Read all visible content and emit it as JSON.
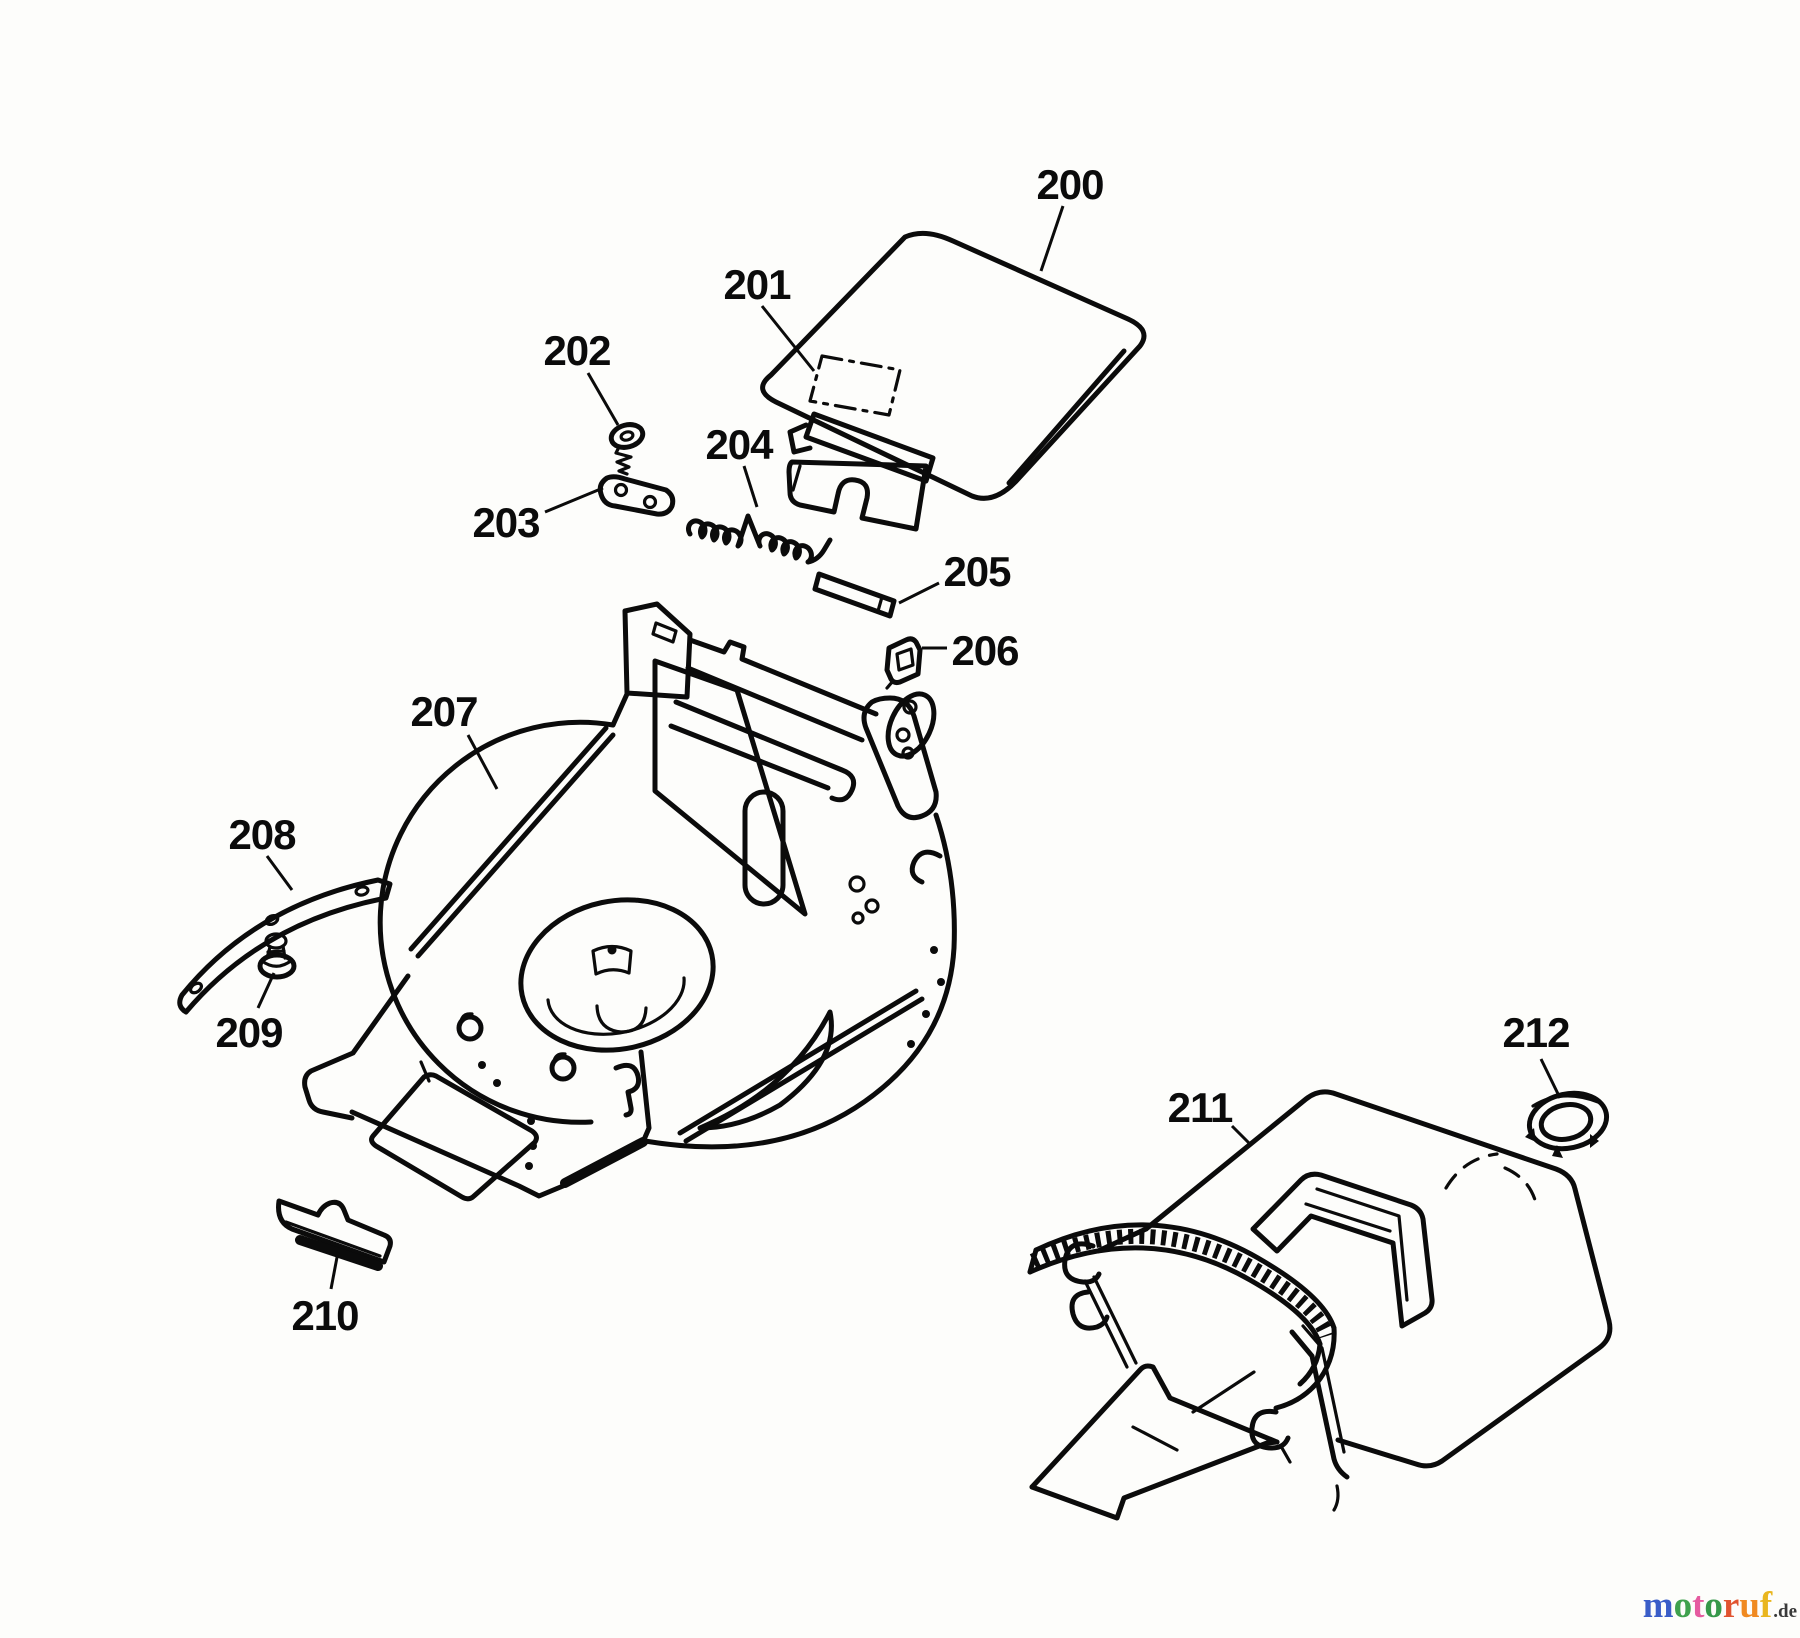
{
  "page": {
    "background": "#fdfdfb",
    "ink": "#0b0b0b"
  },
  "parts": [
    {
      "id": "200"
    },
    {
      "id": "201"
    },
    {
      "id": "202"
    },
    {
      "id": "203"
    },
    {
      "id": "204"
    },
    {
      "id": "205"
    },
    {
      "id": "206"
    },
    {
      "id": "207"
    },
    {
      "id": "208"
    },
    {
      "id": "209"
    },
    {
      "id": "210"
    },
    {
      "id": "211"
    },
    {
      "id": "212"
    }
  ],
  "watermark": {
    "letters": [
      {
        "ch": "m",
        "color": "#3a5dc8"
      },
      {
        "ch": "o",
        "color": "#3fa14d"
      },
      {
        "ch": "t",
        "color": "#e55ba0"
      },
      {
        "ch": "o",
        "color": "#36984a"
      },
      {
        "ch": "r",
        "color": "#e1532f"
      },
      {
        "ch": "u",
        "color": "#f08a21"
      },
      {
        "ch": "f",
        "color": "#e9b61f"
      }
    ],
    "suffix": ".de"
  }
}
